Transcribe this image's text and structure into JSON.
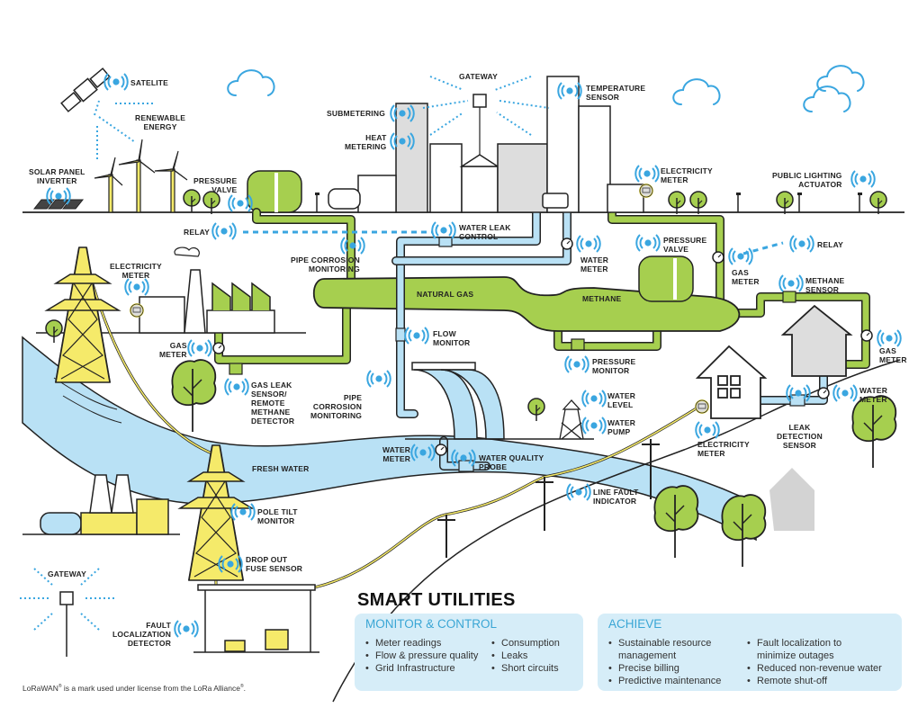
{
  "labels": {
    "satelite": [
      "SATELITE"
    ],
    "renewable_energy": [
      "RENEWABLE",
      "ENERGY"
    ],
    "solar_panel_inverter": [
      "SOLAR PANEL",
      "INVERTER"
    ],
    "pressure_valve_top": [
      "PRESSURE",
      "VALVE"
    ],
    "relay_left": [
      "RELAY"
    ],
    "gateway_top": [
      "GATEWAY"
    ],
    "submetering": [
      "SUBMETERING"
    ],
    "heat_metering": [
      "HEAT",
      "METERING"
    ],
    "temperature_sensor": [
      "TEMPERATURE",
      "SENSOR"
    ],
    "electricity_meter_shop": [
      "ELECTRICITY",
      "METER"
    ],
    "public_lighting_actuator": [
      "PUBLIC LIGHTING",
      "ACTUATOR"
    ],
    "water_leak_control": [
      "WATER LEAK",
      "CONTROL"
    ],
    "water_meter_center": [
      "WATER",
      "METER"
    ],
    "pressure_valve_right": [
      "PRESSURE",
      "VALVE"
    ],
    "gas_meter_right": [
      "GAS",
      "METER"
    ],
    "relay_right": [
      "RELAY"
    ],
    "methane_sensor": [
      "METHANE",
      "SENSOR"
    ],
    "electricity_meter_factory": [
      "ELECTRICITY",
      "METER"
    ],
    "pipe_corrosion_top": [
      "PIPE CORROSION",
      "MONITORING"
    ],
    "natural_gas": [
      "NATURAL GAS"
    ],
    "methane": [
      "METHANE"
    ],
    "gas_meter_factory": [
      "GAS",
      "METER"
    ],
    "flow_monitor": [
      "FLOW",
      "MONITOR"
    ],
    "pressure_monitor": [
      "PRESSURE",
      "MONITOR"
    ],
    "gas_meter_house": [
      "GAS",
      "METER"
    ],
    "gas_leak_sensor": [
      "GAS LEAK",
      "SENSOR/",
      "REMOTE",
      "METHANE",
      "DETECTOR"
    ],
    "pipe_corrosion_bottom": [
      "PIPE",
      "CORROSION",
      "MONITORING"
    ],
    "water_level": [
      "WATER",
      "LEVEL"
    ],
    "water_pump": [
      "WATER",
      "PUMP"
    ],
    "water_meter_house": [
      "WATER",
      "METER"
    ],
    "leak_detection_sensor": [
      "LEAK",
      "DETECTION",
      "SENSOR"
    ],
    "fresh_water": [
      "FRESH WATER"
    ],
    "water_meter_dam": [
      "WATER",
      "METER"
    ],
    "water_quality_probe": [
      "WATER QUALITY",
      "PROBE"
    ],
    "electricity_meter_house": [
      "ELECTRICITY",
      "METER"
    ],
    "line_fault_indicator": [
      "LINE FAULT",
      "INDICATOR"
    ],
    "pole_tilt_monitor": [
      "POLE TILT",
      "MONITOR"
    ],
    "drop_out_fuse_sensor": [
      "DROP OUT",
      "FUSE SENSOR"
    ],
    "gateway_bottom": [
      "GATEWAY"
    ],
    "fault_localization_detector": [
      "FAULT",
      "LOCALIZATION",
      "DETECTOR"
    ]
  },
  "title": "SMART UTILITIES",
  "monitor_control": {
    "heading": "MONITOR & CONTROL",
    "col1": [
      "Meter readings",
      "Flow & pressure quality",
      "Grid Infrastructure"
    ],
    "col2": [
      "Consumption",
      "Leaks",
      "Short circuits"
    ]
  },
  "achieve": {
    "heading": "ACHIEVE",
    "col1": [
      "Sustainable resource",
      "management",
      "Precise billing",
      "Predictive maintenance"
    ],
    "col2": [
      "Fault localization to",
      "minimize outages",
      "Reduced non-revenue water",
      "Remote shut-off"
    ]
  },
  "footer": {
    "part1": "LoRaWAN",
    "part2": " is a mark used under license from the LoRa Alliance",
    "part3": "."
  },
  "colors": {
    "signal_blue": "#3aa6e0",
    "gas_green": "#a6cf4f",
    "water_blue": "#b9e1f5",
    "power_yellow": "#f5ea6a",
    "outline": "#222222",
    "panel_bg": "#d6edf8",
    "heading_blue": "#3aa6d5"
  }
}
